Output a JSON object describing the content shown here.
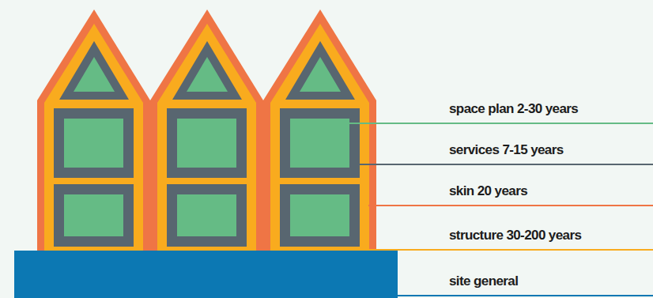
{
  "diagram": {
    "labels": [
      "space plan 2-30 years",
      "services 7-15 years",
      "skin 20 years",
      "structure 30-200 years",
      "site general"
    ]
  }
}
